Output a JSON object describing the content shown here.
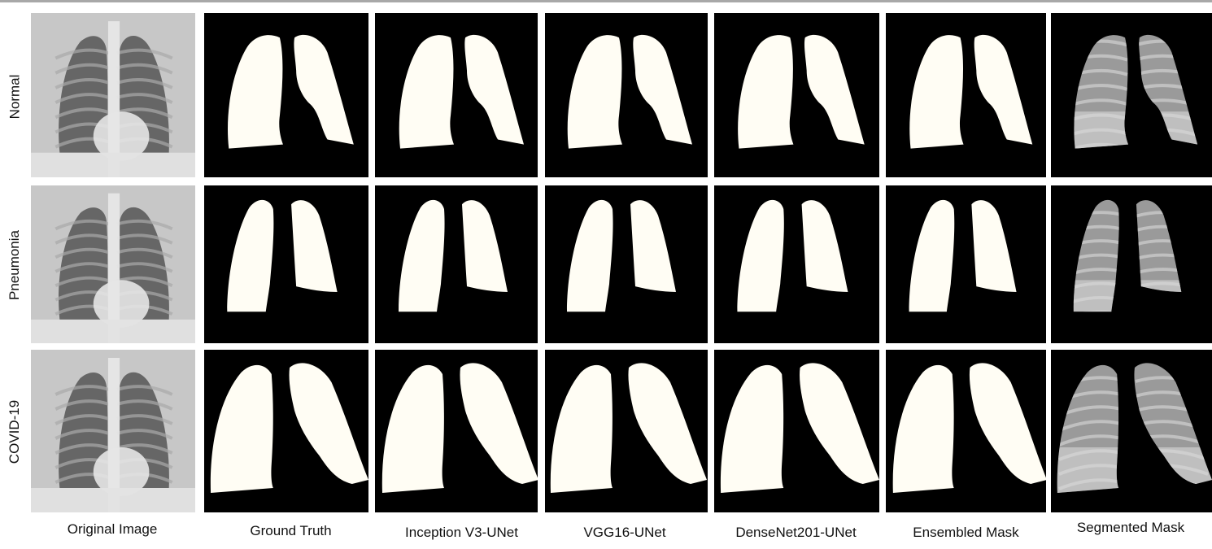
{
  "figure": {
    "rows": [
      {
        "label": "Normal",
        "variant": "normal"
      },
      {
        "label": "Pneumonia",
        "variant": "pneumonia"
      },
      {
        "label": "COVID-19",
        "variant": "covid"
      }
    ],
    "columns": [
      {
        "label": "Original Image",
        "kind": "xray"
      },
      {
        "label": "Ground Truth",
        "kind": "mask"
      },
      {
        "label": "Inception V3-UNet",
        "kind": "mask"
      },
      {
        "label": "VGG16-UNet",
        "kind": "mask"
      },
      {
        "label": "DenseNet201-UNet",
        "kind": "mask"
      },
      {
        "label": "Ensembled Mask",
        "kind": "mask"
      },
      {
        "label": "Segmented Mask",
        "kind": "segmented"
      }
    ],
    "colors": {
      "mask_fill": "#fffdf4",
      "background": "#000000",
      "text": "#111111"
    }
  }
}
